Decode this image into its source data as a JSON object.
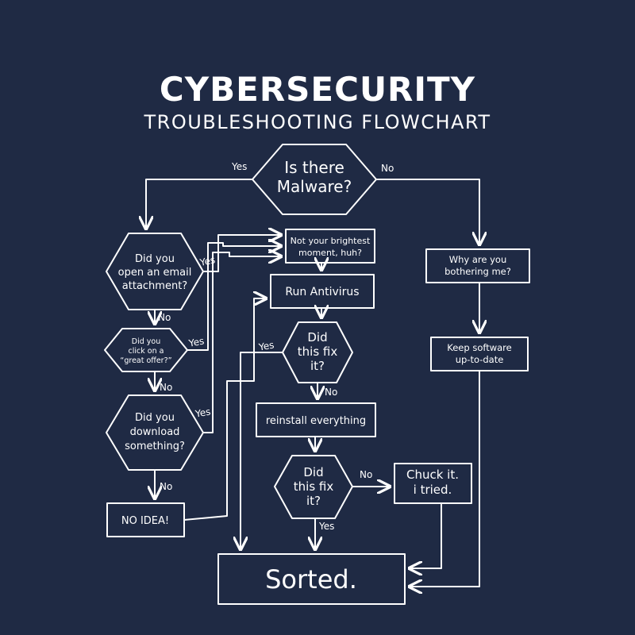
{
  "title": "CYBERSECURITY",
  "subtitle": "TROUBLESHOOTING FLOWCHART",
  "nodes": {
    "malware": [
      "Is there",
      "Malware?"
    ],
    "email": [
      "Did you",
      "open an email",
      "attachment?"
    ],
    "offer": [
      "Did you",
      "click on a",
      "“great offer?”"
    ],
    "download": [
      "Did you",
      "download",
      "something?"
    ],
    "no_idea": [
      "NO IDEA!"
    ],
    "brightest": [
      "Not your brightest",
      "moment, huh?"
    ],
    "antivirus": [
      "Run Antivirus"
    ],
    "fix1": [
      "Did",
      "this fix",
      "it?"
    ],
    "reinstall": [
      "reinstall everything"
    ],
    "fix2": [
      "Did",
      "this fix",
      "it?"
    ],
    "chuck": [
      "Chuck it.",
      "i tried."
    ],
    "bothering": [
      "Why are you",
      "bothering me?"
    ],
    "keep": [
      "Keep software",
      "up-to-date"
    ],
    "sorted": [
      "Sorted."
    ]
  },
  "edge_labels": {
    "malware_yes": "Yes",
    "malware_no": "No",
    "email_yes": "Yes",
    "email_no": "No",
    "offer_yes": "Yes",
    "offer_no": "No",
    "download_yes": "Yes",
    "download_no": "No",
    "fix1_yes": "Yes",
    "fix1_no": "No",
    "fix2_no": "No",
    "fix2_yes": "Yes"
  },
  "colors": {
    "background": "#1f2a44",
    "line": "#ffffff"
  }
}
